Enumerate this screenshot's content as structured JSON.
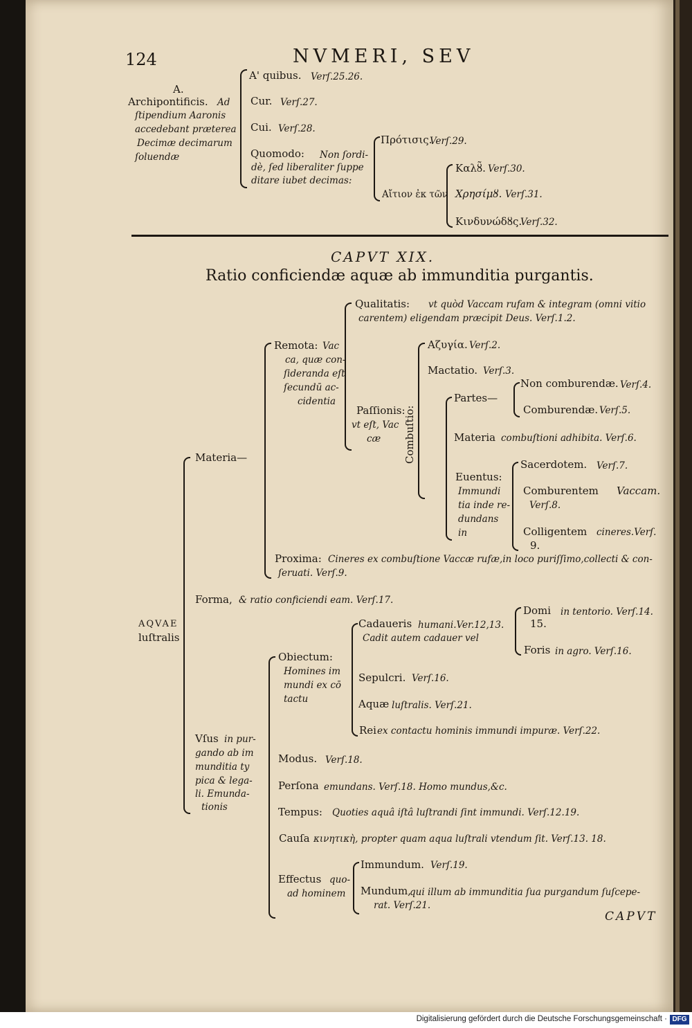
{
  "header": {
    "page_number": "124",
    "running_title": "NVMERI, SEV"
  },
  "top_table": {
    "archipontificis_letter": "A.",
    "archipontificis_lines": [
      "Archipontificis.",
      "ſtipendium Aaronis",
      "accedebant præterea",
      "Decimæ decimarum",
      "ſoluendæ"
    ],
    "archipontificis_ad": "Ad",
    "a_quibus": "A' quibus.",
    "a_quibus_ref": "Verſ.25.26.",
    "cur": "Cur.",
    "cur_ref": "Verſ.27.",
    "cui": "Cui.",
    "cui_ref": "Verſ.28.",
    "quomodo": "Quomodo:",
    "quomodo_lines": [
      "Non ſordi-",
      "dè, ſed liberaliter ſuppe",
      "ditare iubet decimas:"
    ],
    "protiseis": "Πρότισις.",
    "protiseis_ref": "Verſ.29.",
    "aition": "Αἴτιον ἐκ τῶν",
    "kalou": "Καλȣ̃.",
    "kalou_ref": "Verſ.30.",
    "chresimou": "Χρησίμȣ.",
    "chresimou_ref": "Verſ.31.",
    "kindynodous": "Κινδυνώδȣς.",
    "kindynodous_ref": "Verſ.32."
  },
  "chapter": {
    "heading": "CAPVT XIX.",
    "title": "Ratio conficiendæ aquæ ab immunditia purgantis."
  },
  "tree": {
    "root": [
      "AQVAE",
      "luſtralis"
    ],
    "materia": "Materia—",
    "remota": "Remota:",
    "remota_lines": [
      "Vac",
      "ca, quæ con-",
      "ſideranda eſt",
      "ſecundū ac-",
      "cidentia"
    ],
    "qualitatis": "Qualitatis:",
    "qualitatis_line1": "vt quòd Vaccam rufam & integram (omni vitio",
    "qualitatis_line2": "carentem) eligendam præcipit Deus. Verſ.1.2.",
    "passionis": "Paſſionis:",
    "passionis_lines": [
      "vt eſt, Vac",
      "cæ"
    ],
    "azygia": "Αζυγία.",
    "azygia_ref": "Verſ.2.",
    "mactatio": "Mactatio.",
    "mactatio_ref": "Verſ.3.",
    "combustio": "Combuſtio:",
    "partes": "Partes—",
    "non_comburendae": "Non comburendæ.",
    "non_comburendae_ref": "Verſ.4.",
    "comburendae": "Comburendæ.",
    "comburendae_ref": "Verſ.5.",
    "materia_comb": "Materia",
    "materia_comb_rest": "combuſtioni adhibita. Verſ.6.",
    "euentus": "Euentus:",
    "euentus_lines": [
      "Immundi",
      "tia inde re-",
      "dundans",
      "in"
    ],
    "sacerdotem": "Sacerdotem.",
    "sacerdotem_ref": "Verſ.7.",
    "comburentem": "Comburentem",
    "comburentem_it": "Vaccam.",
    "comburentem_ref": "Verſ.8.",
    "colligentem": "Colligentem",
    "colligentem_it": "cineres.Verſ.",
    "colligentem_ref": "9.",
    "proxima": "Proxima:",
    "proxima_line1": "Cineres ex combuſtione Vaccæ rufæ,in loco puriſſimo,collecti & con-",
    "proxima_line2": "ſeruati. Verſ.9.",
    "forma": "Forma,",
    "forma_rest": "& ratio conficiendi eam. Verſ.17.",
    "vsus": "Vſus",
    "vsus_lines": [
      "in pur-",
      "gando ab im",
      "munditia ty",
      "pica & lega-",
      "li. Emunda-",
      "tionis"
    ],
    "obiectum": "Obiectum:",
    "obiectum_lines": [
      "Homines im",
      "mundi ex cō",
      "tactu"
    ],
    "cadaueris": "Cadaueris",
    "cadaueris_rest": "humani.Ver.12,13.",
    "cadit": "Cadit autem cadauer vel",
    "domi": "Domi",
    "domi_rest": "in tentorio. Verſ.14.",
    "domi_ref2": "15.",
    "foris": "Foris",
    "foris_rest": "in agro. Verſ.16.",
    "sepulcri": "Sepulcri.",
    "sepulcri_ref": "Verſ.16.",
    "aquae": "Aquæ",
    "aquae_rest": "luſtralis. Verſ.21.",
    "rei": "Rei",
    "rei_rest": "ex contactu hominis immundi impuræ. Verſ.22.",
    "modus": "Modus.",
    "modus_ref": "Verſ.18.",
    "persona": "Perſona",
    "persona_rest": "emundans. Verſ.18. Homo mundus,&c.",
    "tempus": "Tempus:",
    "tempus_rest": "Quoties aquâ iſtâ luſtrandi ſint immundi. Verſ.12.19.",
    "causa": "Cauſa",
    "causa_rest": "κινητικὴ, propter quam aqua luſtrali vtendum ſit. Verſ.13. 18.",
    "effectus": "Effectus",
    "effectus_rest1": "quo-",
    "effectus_rest2": "ad hominem",
    "immundum": "Immundum.",
    "immundum_ref": "Verſ.19.",
    "mundum": "Mundum,",
    "mundum_rest": "qui illum ab immunditia ſua purgandum ſuſcepe-",
    "mundum_line2": "rat. Verſ.21."
  },
  "catchword": "CAPVT",
  "footer": {
    "credit": "Digitalisierung gefördert durch die Deutsche Forschungsgemeinschaft ·",
    "logo": "DFG"
  }
}
